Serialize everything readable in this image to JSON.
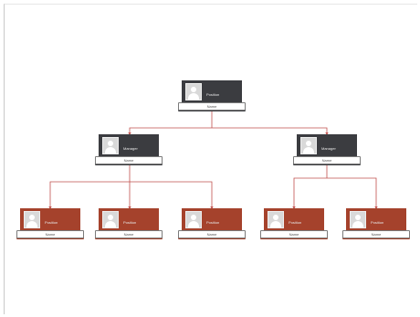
{
  "colors": {
    "manager_card": "#3b3c40",
    "staff_card": "#a5422c",
    "connector": "#c0504d"
  },
  "org_chart": {
    "root": {
      "name": "Position",
      "title": "Name",
      "icon": "person-placeholder-icon"
    },
    "managers": [
      {
        "name": "Manager",
        "title": "Name",
        "icon": "person-placeholder-icon"
      },
      {
        "name": "Manager",
        "title": "Name",
        "icon": "person-placeholder-icon"
      }
    ],
    "staff": [
      {
        "name": "Position",
        "title": "Name",
        "icon": "person-placeholder-icon"
      },
      {
        "name": "Position",
        "title": "Name",
        "icon": "person-placeholder-icon"
      },
      {
        "name": "Position",
        "title": "Name",
        "icon": "person-placeholder-icon"
      },
      {
        "name": "Position",
        "title": "Name",
        "icon": "person-placeholder-icon"
      },
      {
        "name": "Position",
        "title": "Name",
        "icon": "person-placeholder-icon"
      }
    ]
  }
}
